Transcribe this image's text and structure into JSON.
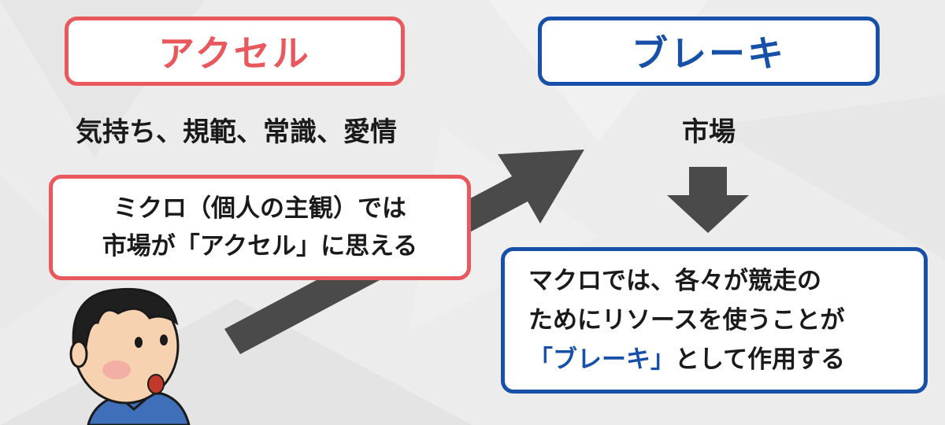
{
  "accel": {
    "title": "アクセル",
    "items": "気持ち、規範、常識、愛情"
  },
  "brake": {
    "title": "ブレーキ",
    "items": "市場"
  },
  "micro_note": {
    "line1": "ミクロ（個人の主観）では",
    "line2": "市場が「アクセル」に思える"
  },
  "macro_note": {
    "line1": "マクロでは、各々が競走の",
    "line2": "ためにリソースを使うことが",
    "line3_highlight": "「ブレーキ」",
    "line3_rest": "として作用する"
  },
  "colors": {
    "accel": "#e8585c",
    "brake": "#1650a8",
    "arrow": "#4a4a4a",
    "background": "#ececec"
  },
  "icons": {
    "diagonal_arrow": "arrow-up-right-icon",
    "down_arrow": "arrow-down-icon",
    "person": "thinking-boy-illustration"
  }
}
